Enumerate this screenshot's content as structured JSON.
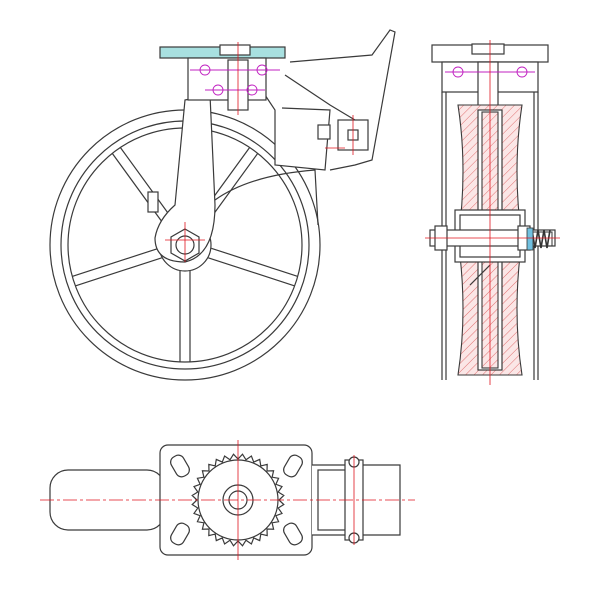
{
  "drawing": {
    "views": [
      "side-view",
      "front-section-view",
      "bottom-view"
    ],
    "colors": {
      "outline": "#3a3a3a",
      "centerline": "#e0141e",
      "bolt": "#c020c0",
      "section_hatch": "#e07070",
      "top_plate_section": "#a8e0e0",
      "spring": "#333333",
      "washer": "#70c0e0"
    },
    "side_view_spoke_count": 5
  }
}
